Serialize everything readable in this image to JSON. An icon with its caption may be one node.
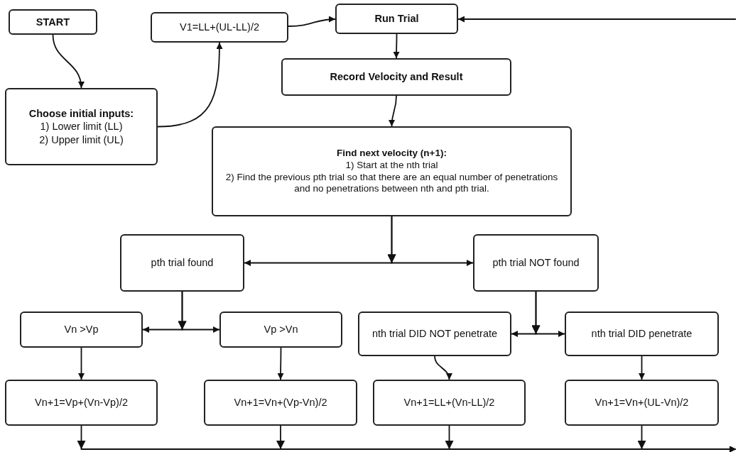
{
  "diagram": {
    "nodes": [
      {
        "text": [
          "START"
        ]
      },
      {
        "text": [
          "Choose initial inputs:",
          "1) Lower limit (LL)",
          "2) Upper limit (UL)"
        ]
      },
      {
        "text": [
          "V1=LL+(UL-LL)/2"
        ]
      },
      {
        "text": [
          "Run Trial"
        ]
      },
      {
        "text": [
          "Record Velocity and Result"
        ]
      },
      {
        "text": [
          "Find next velocity (n+1):",
          "1) Start at the nth trial",
          "2) Find the previous pth trial so that there are an equal number of penetrations and no penetrations between nth and pth trial."
        ]
      },
      {
        "text": [
          "pth trial found"
        ]
      },
      {
        "text": [
          "pth trial NOT found"
        ]
      },
      {
        "text": [
          "Vn >Vp"
        ]
      },
      {
        "text": [
          "Vp >Vn"
        ]
      },
      {
        "text": [
          "nth trial DID NOT penetrate"
        ]
      },
      {
        "text": [
          "nth trial DID penetrate"
        ]
      },
      {
        "text": [
          "Vn+1=Vp+(Vn-Vp)/2"
        ]
      },
      {
        "text": [
          "Vn+1=Vn+(Vp-Vn)/2"
        ]
      },
      {
        "text": [
          "Vn+1=LL+(Vn-LL)/2"
        ]
      },
      {
        "text": [
          "Vn+1=Vn+(UL-Vn)/2"
        ]
      }
    ],
    "edges": [
      {
        "from": 0,
        "to": 1,
        "arrow": "to"
      },
      {
        "from": 1,
        "to": 2,
        "arrow": "to"
      },
      {
        "from": 2,
        "to": 3,
        "arrow": "to"
      },
      {
        "from": 3,
        "to": 4,
        "arrow": "to"
      },
      {
        "from": 4,
        "to": 5,
        "arrow": "to"
      },
      {
        "from": 5,
        "to": 6,
        "arrow": "to"
      },
      {
        "from": 5,
        "to": 7,
        "arrow": "to"
      },
      {
        "from": 6,
        "to": 8,
        "arrow": "to"
      },
      {
        "from": 6,
        "to": 9,
        "arrow": "to"
      },
      {
        "from": 7,
        "to": 10,
        "arrow": "to"
      },
      {
        "from": 7,
        "to": 11,
        "arrow": "to"
      },
      {
        "from": 8,
        "to": 12,
        "arrow": "to"
      },
      {
        "from": 9,
        "to": 13,
        "arrow": "to"
      },
      {
        "from": 10,
        "to": 14,
        "arrow": "to"
      },
      {
        "from": 11,
        "to": 15,
        "arrow": "to"
      },
      {
        "from": 12,
        "to": null,
        "arrow": "to"
      },
      {
        "from": 13,
        "to": null,
        "arrow": "to"
      },
      {
        "from": 14,
        "to": null,
        "arrow": "to"
      },
      {
        "from": 15,
        "to": null,
        "arrow": "to"
      },
      {
        "from": null,
        "to": 3,
        "arrow": "to"
      }
    ]
  }
}
